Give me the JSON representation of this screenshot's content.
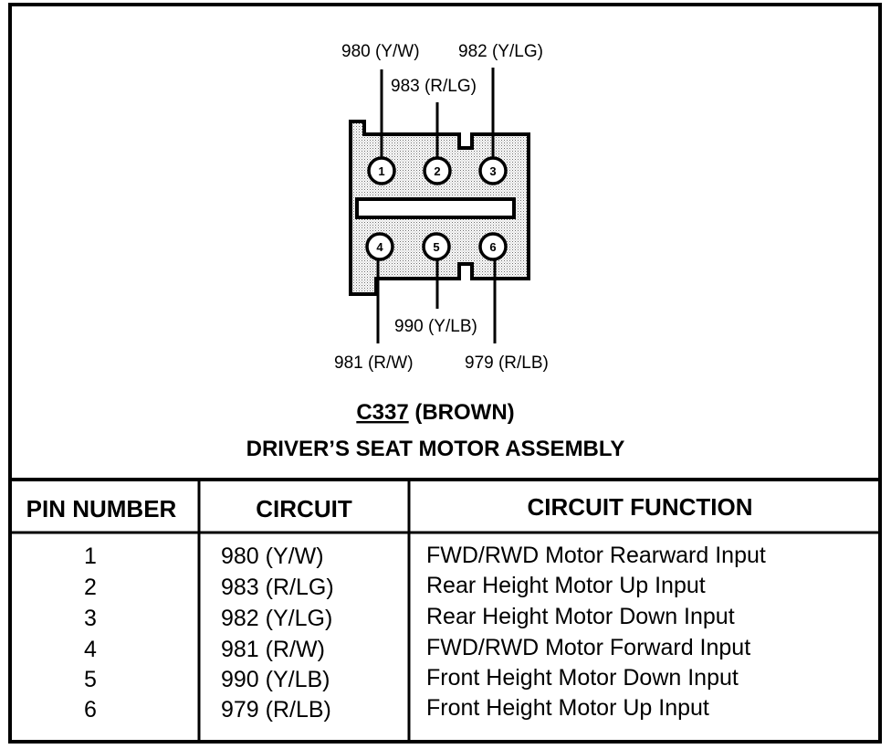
{
  "connector": {
    "id": "C337",
    "color_label": "(BROWN)",
    "subtitle": "DRIVER’S SEAT MOTOR ASSEMBLY",
    "pins": [
      {
        "pin": "1",
        "wire": "980 (Y/W)"
      },
      {
        "pin": "2",
        "wire": "983 (R/LG)"
      },
      {
        "pin": "3",
        "wire": "982 (Y/LG)"
      },
      {
        "pin": "4",
        "wire": "981 (R/W)"
      },
      {
        "pin": "5",
        "wire": "990 (Y/LB)"
      },
      {
        "pin": "6",
        "wire": "979 (R/LB)"
      }
    ]
  },
  "table": {
    "headers": [
      "PIN NUMBER",
      "CIRCUIT",
      "CIRCUIT FUNCTION"
    ],
    "rows": [
      {
        "pin": "1",
        "circuit": "980 (Y/W)",
        "function": "FWD/RWD Motor Rearward Input"
      },
      {
        "pin": "2",
        "circuit": "983 (R/LG)",
        "function": "Rear Height Motor Up Input"
      },
      {
        "pin": "3",
        "circuit": "982 (Y/LG)",
        "function": "Rear Height Motor Down Input"
      },
      {
        "pin": "4",
        "circuit": "981 (R/W)",
        "function": "FWD/RWD Motor Forward Input"
      },
      {
        "pin": "5",
        "circuit": "990 (Y/LB)",
        "function": "Front Height Motor Down Input"
      },
      {
        "pin": "6",
        "circuit": "979 (R/LB)",
        "function": "Front Height Motor Up Input"
      }
    ]
  }
}
